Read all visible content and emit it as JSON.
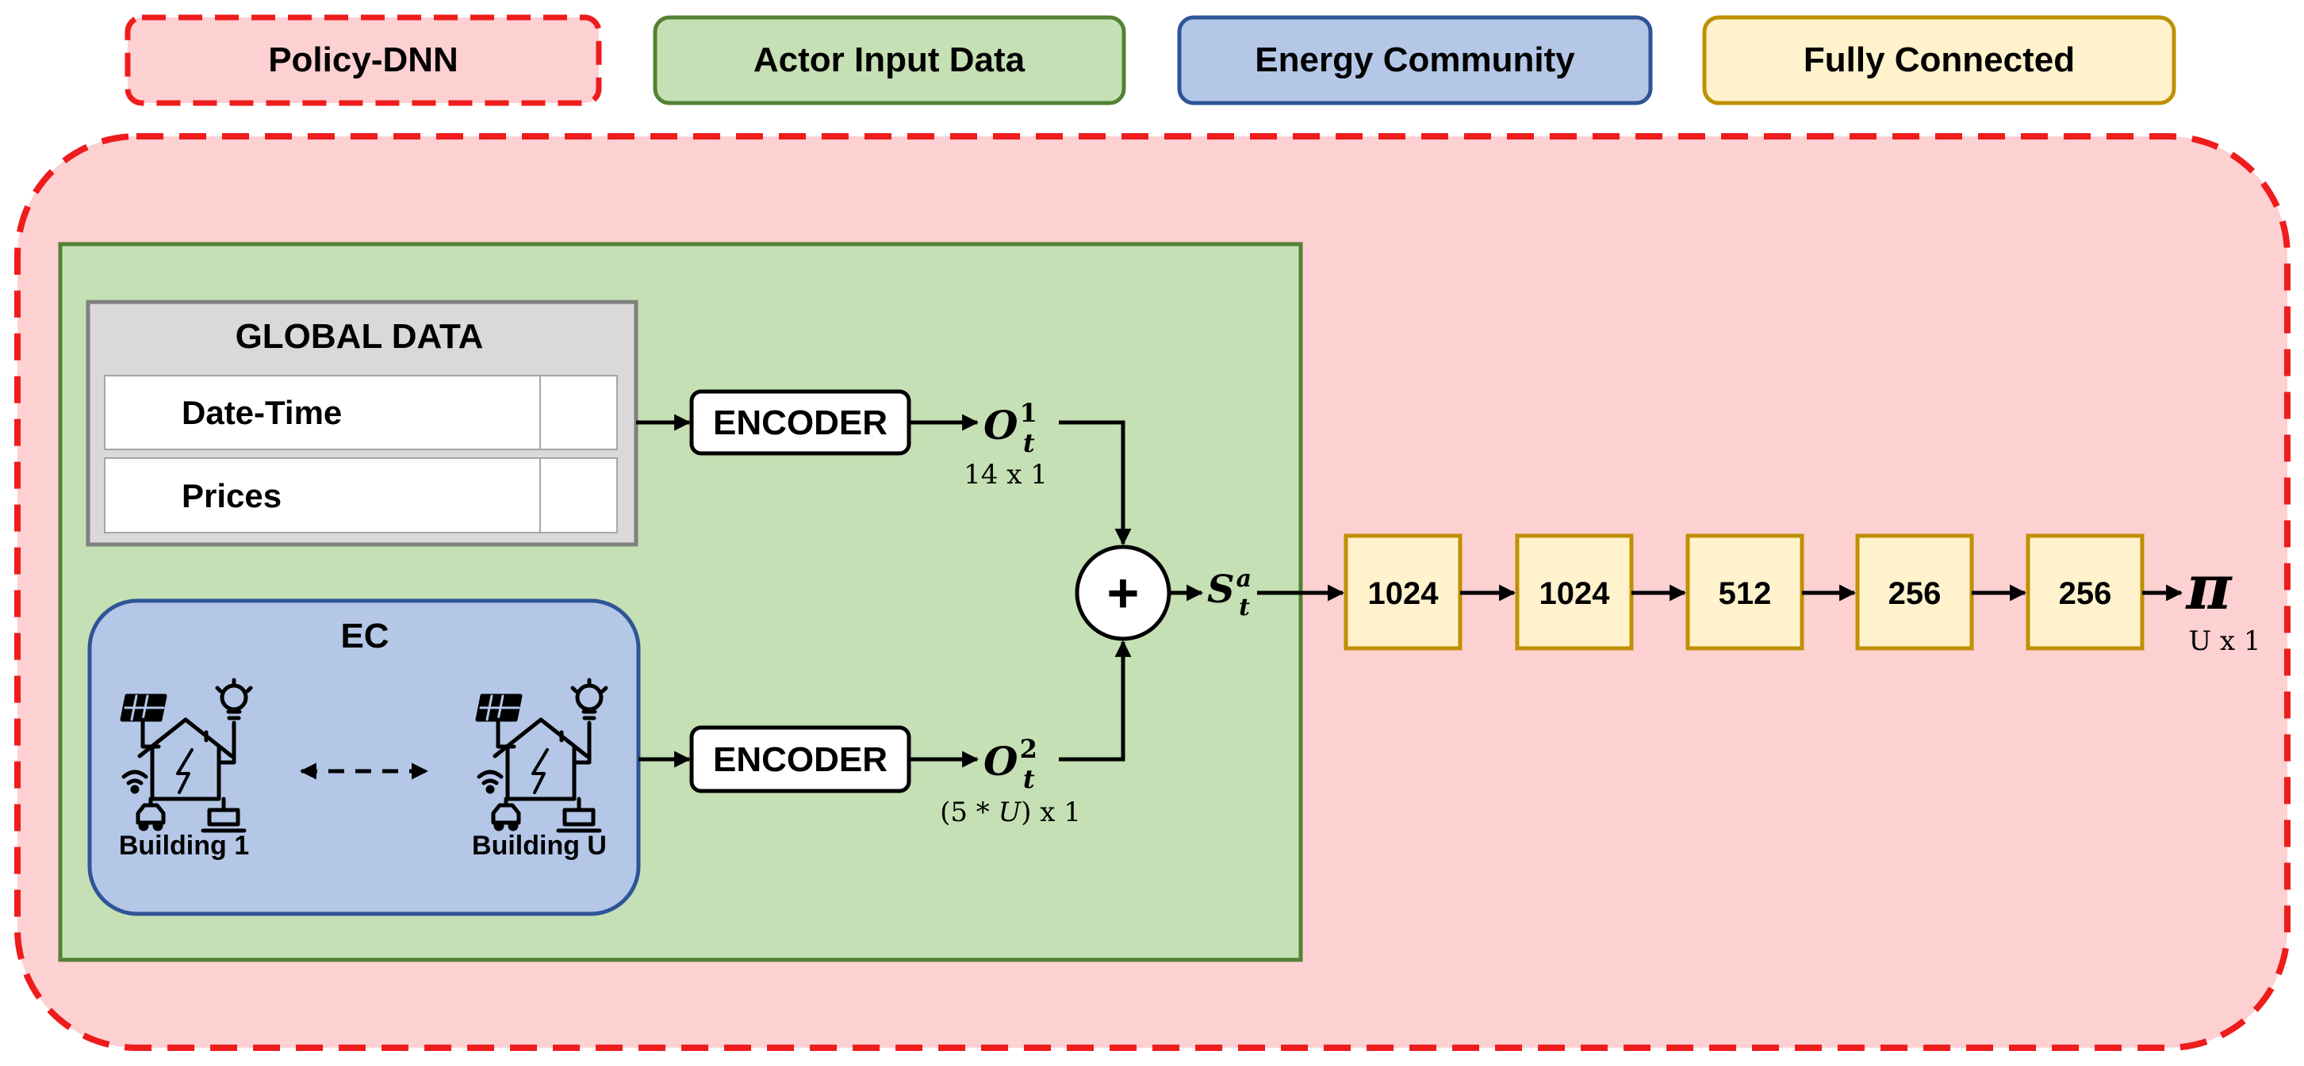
{
  "legend": {
    "policy_dnn": "Policy-DNN",
    "actor_input_data": "Actor Input Data",
    "energy_community": "Energy Community",
    "fully_connected": "Fully Connected"
  },
  "global_data": {
    "title": "GLOBAL DATA",
    "rows": [
      "Date-Time",
      "Prices"
    ]
  },
  "ec": {
    "title": "EC",
    "building_first": "Building 1",
    "building_last": "Building U"
  },
  "encoders": {
    "label": "ENCODER"
  },
  "observations": {
    "o1": {
      "symbol": "O",
      "sub": "t",
      "sup": "1",
      "dim": "14 x 1"
    },
    "o2": {
      "symbol": "O",
      "sub": "t",
      "sup": "2",
      "dim_pre": "(5 * ",
      "dim_var": "U",
      "dim_post": ") x 1"
    }
  },
  "combine": {
    "symbol": "+"
  },
  "state": {
    "symbol": "S",
    "sub": "t",
    "sup": "a"
  },
  "fc_layers": [
    "1024",
    "1024",
    "512",
    "256",
    "256"
  ],
  "output": {
    "symbol": "π",
    "dim": "U x 1"
  },
  "colors": {
    "policy_fill": "#fdd0d2",
    "policy_stroke": "#ee1c1c",
    "actor_fill": "#c5e0b4",
    "actor_stroke": "#538135",
    "ec_fill": "#b4c7e7",
    "ec_stroke": "#2f5597",
    "fc_fill": "#fff2cc",
    "fc_stroke": "#bf9000",
    "global_fill": "#d9d9d9",
    "global_stroke": "#808080"
  }
}
